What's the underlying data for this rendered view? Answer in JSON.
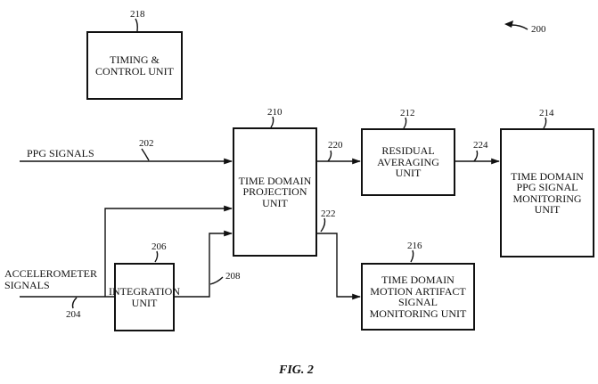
{
  "figure": {
    "caption": "FIG. 2",
    "reference": "200"
  },
  "blocks": {
    "timing_control": {
      "ref": "218",
      "text": "TIMING &\nCONTROL UNIT"
    },
    "projection": {
      "ref": "210",
      "text": "TIME DOMAIN\nPROJECTION\nUNIT"
    },
    "residual": {
      "ref": "212",
      "text": "RESIDUAL\nAVERAGING\nUNIT"
    },
    "ppg_monitor": {
      "ref": "214",
      "text": "TIME DOMAIN\nPPG SIGNAL\nMONITORING\nUNIT"
    },
    "integration": {
      "ref": "206",
      "text": "INTEGRATION\nUNIT"
    },
    "motion_monitor": {
      "ref": "216",
      "text": "TIME DOMAIN\nMOTION ARTIFACT\nSIGNAL\nMONITORING UNIT"
    }
  },
  "signals": {
    "ppg": {
      "text": "PPG SIGNALS",
      "ref": "202"
    },
    "accelerometer": {
      "text": "ACCELEROMETER\nSIGNALS",
      "ref": "204"
    },
    "integrated": {
      "ref": "208"
    },
    "projection_to_residual": {
      "ref": "220"
    },
    "projection_to_motion": {
      "ref": "222"
    },
    "residual_to_ppg": {
      "ref": "224"
    }
  }
}
